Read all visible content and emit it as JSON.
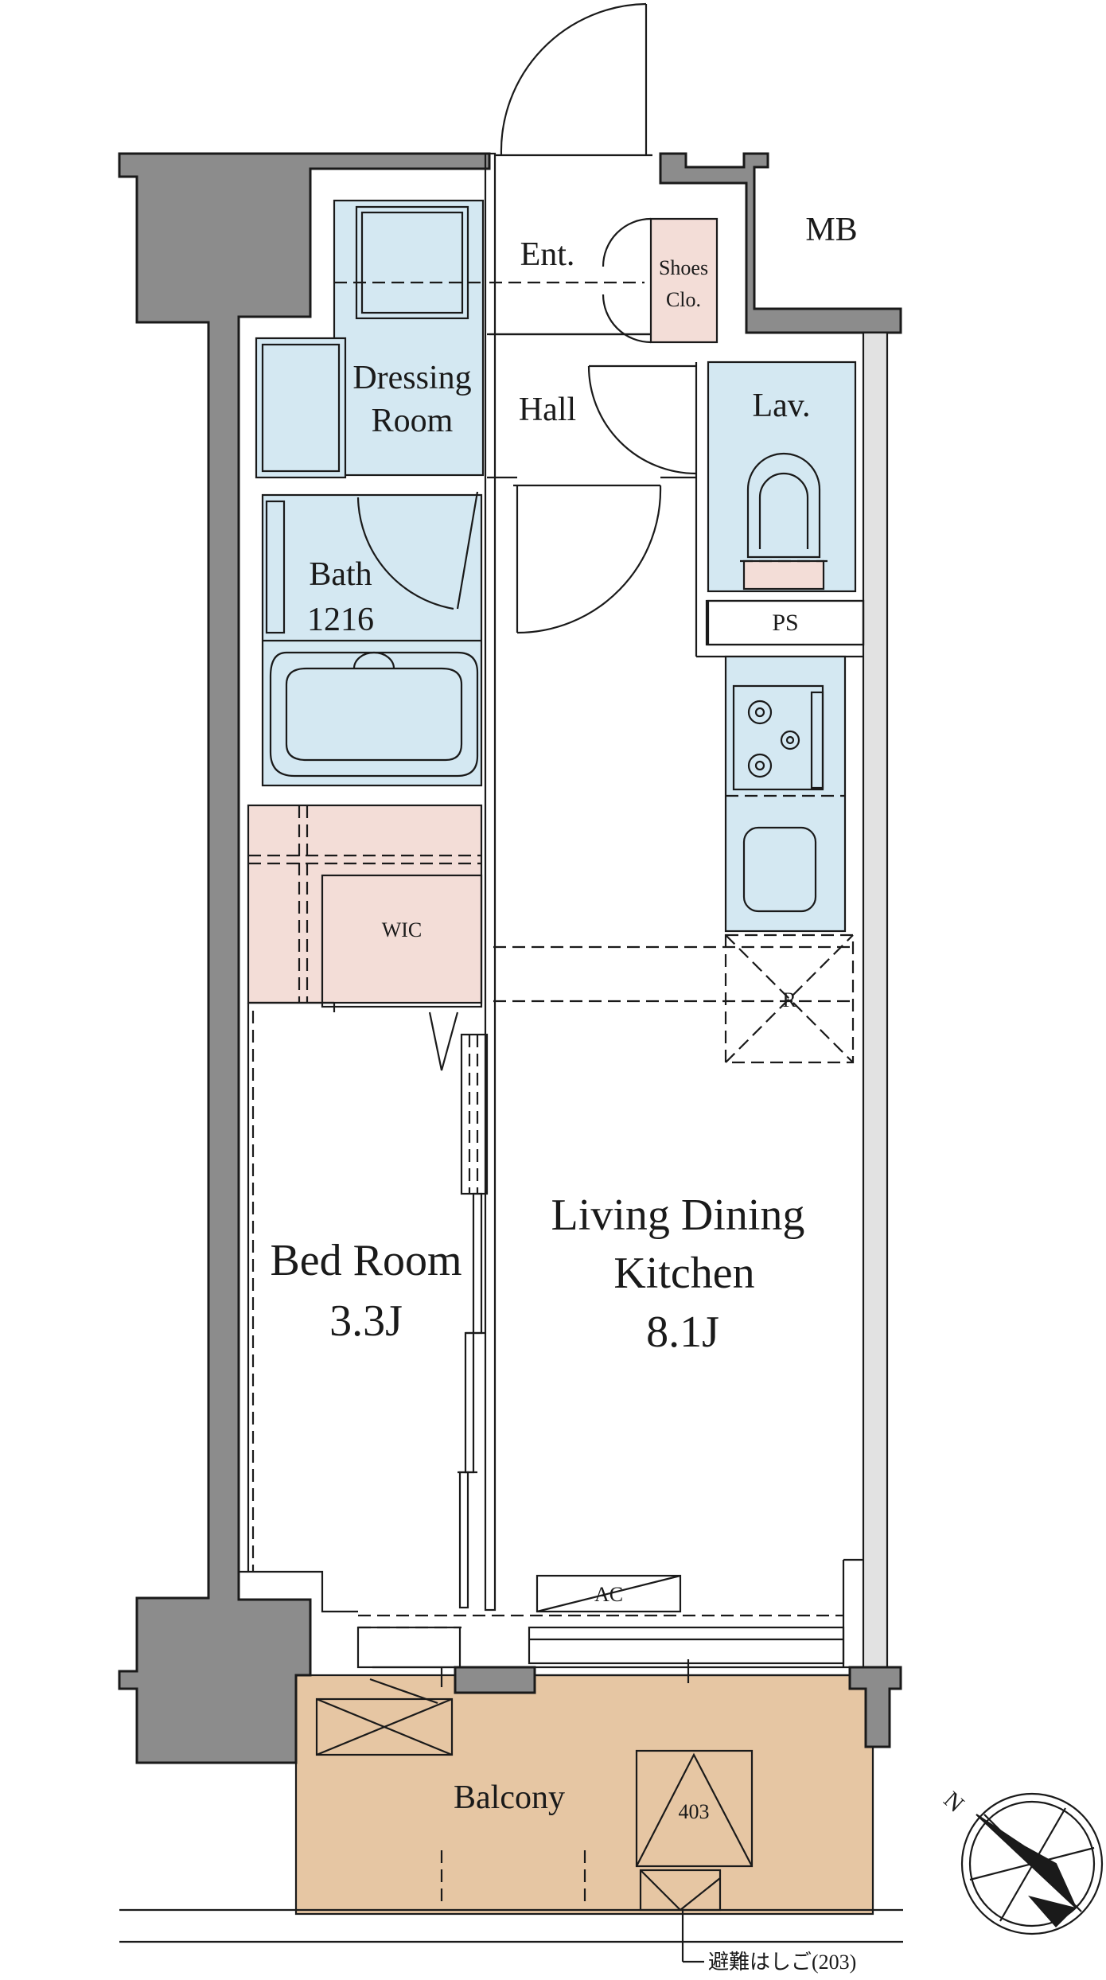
{
  "rooms": {
    "entrance": "Ent.",
    "shoes_closet_line1": "Shoes",
    "shoes_closet_line2": "Clo.",
    "meter_box": "MB",
    "dressing_line1": "Dressing",
    "dressing_line2": "Room",
    "hall": "Hall",
    "lavatory": "Lav.",
    "bath_line1": "Bath",
    "bath_line2": "1216",
    "pipe_space": "PS",
    "wic": "WIC",
    "refrigerator": "R",
    "bedroom_line1": "Bed Room",
    "bedroom_line2": "3.3J",
    "ldk_line1": "Living Dining",
    "ldk_line2": "Kitchen",
    "ldk_line3": "8.1J",
    "aircon": "AC",
    "balcony": "Balcony",
    "hatch": "403",
    "ladder_note": "避難はしご(203)"
  },
  "compass": {
    "north_label": "N"
  },
  "colors": {
    "wet_area": "#d4e8f2",
    "storage": "#f3ddd7",
    "balcony": "#e6c6a3",
    "wall": "#8c8c8c"
  }
}
